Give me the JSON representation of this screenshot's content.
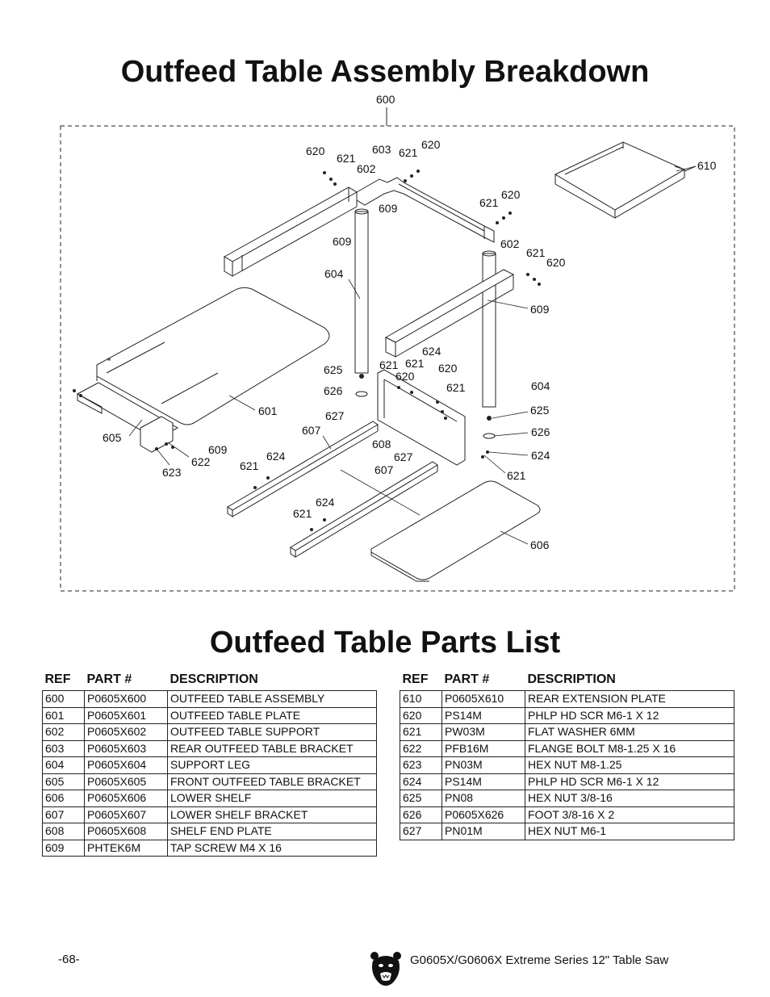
{
  "headings": {
    "breakdown": "Outfeed Table Assembly Breakdown",
    "parts_list": "Outfeed Table Parts List"
  },
  "diagram": {
    "callouts": [
      {
        "id": "c600",
        "text": "600"
      },
      {
        "id": "c610",
        "text": "610"
      },
      {
        "id": "c620a",
        "text": "620"
      },
      {
        "id": "c621a",
        "text": "621"
      },
      {
        "id": "c602a",
        "text": "602"
      },
      {
        "id": "c603",
        "text": "603"
      },
      {
        "id": "c621b",
        "text": "621"
      },
      {
        "id": "c620b",
        "text": "620"
      },
      {
        "id": "c609a",
        "text": "609"
      },
      {
        "id": "c621c",
        "text": "621"
      },
      {
        "id": "c620c",
        "text": "620"
      },
      {
        "id": "c609b",
        "text": "609"
      },
      {
        "id": "c602b",
        "text": "602"
      },
      {
        "id": "c621d",
        "text": "621"
      },
      {
        "id": "c620d",
        "text": "620"
      },
      {
        "id": "c604a",
        "text": "604"
      },
      {
        "id": "c609c",
        "text": "609"
      },
      {
        "id": "c624a",
        "text": "624"
      },
      {
        "id": "c621e",
        "text": "621"
      },
      {
        "id": "c621f",
        "text": "621"
      },
      {
        "id": "c620e",
        "text": "620"
      },
      {
        "id": "c620f",
        "text": "620"
      },
      {
        "id": "c625a",
        "text": "625"
      },
      {
        "id": "c621g",
        "text": "621"
      },
      {
        "id": "c604b",
        "text": "604"
      },
      {
        "id": "c626a",
        "text": "626"
      },
      {
        "id": "c625b",
        "text": "625"
      },
      {
        "id": "c601",
        "text": "601"
      },
      {
        "id": "c627a",
        "text": "627"
      },
      {
        "id": "c626b",
        "text": "626"
      },
      {
        "id": "c607a",
        "text": "607"
      },
      {
        "id": "c608",
        "text": "608"
      },
      {
        "id": "c605",
        "text": "605"
      },
      {
        "id": "c624b",
        "text": "624"
      },
      {
        "id": "c627b",
        "text": "627"
      },
      {
        "id": "c609d",
        "text": "609"
      },
      {
        "id": "c621h",
        "text": "621"
      },
      {
        "id": "c607b",
        "text": "607"
      },
      {
        "id": "c621i",
        "text": "621"
      },
      {
        "id": "c624c",
        "text": "624"
      },
      {
        "id": "c622",
        "text": "622"
      },
      {
        "id": "c623",
        "text": "623"
      },
      {
        "id": "c621j",
        "text": "621"
      },
      {
        "id": "c624d",
        "text": "624"
      },
      {
        "id": "c606",
        "text": "606"
      }
    ]
  },
  "table_headers": {
    "ref": "REF",
    "part": "PART #",
    "description": "DESCRIPTION"
  },
  "parts_left": [
    {
      "ref": "600",
      "part": "P0605X600",
      "description": "OUTFEED TABLE ASSEMBLY"
    },
    {
      "ref": "601",
      "part": "P0605X601",
      "description": "OUTFEED TABLE PLATE"
    },
    {
      "ref": "602",
      "part": "P0605X602",
      "description": "OUTFEED TABLE SUPPORT"
    },
    {
      "ref": "603",
      "part": "P0605X603",
      "description": "REAR OUTFEED TABLE BRACKET"
    },
    {
      "ref": "604",
      "part": "P0605X604",
      "description": "SUPPORT LEG"
    },
    {
      "ref": "605",
      "part": "P0605X605",
      "description": "FRONT OUTFEED TABLE BRACKET"
    },
    {
      "ref": "606",
      "part": "P0605X606",
      "description": "LOWER SHELF"
    },
    {
      "ref": "607",
      "part": "P0605X607",
      "description": "LOWER SHELF BRACKET"
    },
    {
      "ref": "608",
      "part": "P0605X608",
      "description": "SHELF END PLATE"
    },
    {
      "ref": "609",
      "part": "PHTEK6M",
      "description": "TAP SCREW M4 X 16"
    }
  ],
  "parts_right": [
    {
      "ref": "610",
      "part": "P0605X610",
      "description": "REAR EXTENSION PLATE"
    },
    {
      "ref": "620",
      "part": "PS14M",
      "description": "PHLP HD SCR M6-1 X 12"
    },
    {
      "ref": "621",
      "part": "PW03M",
      "description": "FLAT WASHER 6MM"
    },
    {
      "ref": "622",
      "part": "PFB16M",
      "description": "FLANGE BOLT M8-1.25 X 16"
    },
    {
      "ref": "623",
      "part": "PN03M",
      "description": "HEX NUT M8-1.25"
    },
    {
      "ref": "624",
      "part": "PS14M",
      "description": "PHLP HD SCR M6-1 X 12"
    },
    {
      "ref": "625",
      "part": "PN08",
      "description": "HEX NUT 3/8-16"
    },
    {
      "ref": "626",
      "part": "P0605X626",
      "description": "FOOT 3/8-16 X 2"
    },
    {
      "ref": "627",
      "part": "PN01M",
      "description": "HEX NUT M6-1"
    }
  ],
  "footer": {
    "page_number": "-68-",
    "title": "G0605X/G0606X Extreme Series 12\" Table Saw",
    "logo_icon": "grizzly-bear-logo-icon"
  }
}
